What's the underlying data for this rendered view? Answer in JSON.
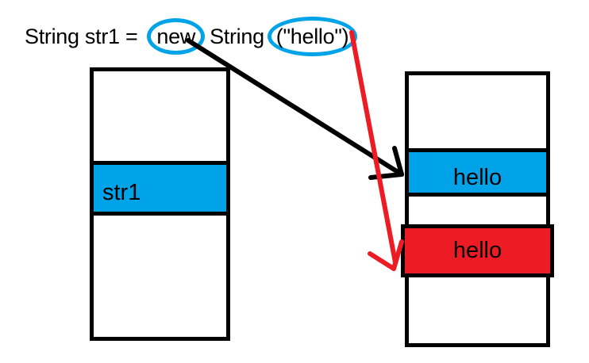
{
  "code_line": {
    "prefix": "String str1 =",
    "keyword_new": "new",
    "middle": "String",
    "argument": "(\"hello\")"
  },
  "stack_box": {
    "str1_cell_label": "str1"
  },
  "heap_box": {
    "string_pool_cell_label": "hello",
    "heap_object_cell_label": "hello"
  },
  "colors": {
    "cell_blue": "#00A2E8",
    "cell_red": "#ED1C24",
    "circle_blue": "#00A2E8",
    "arrow_black": "#000000",
    "arrow_red": "#ED1C24",
    "outline_black": "#000000"
  }
}
